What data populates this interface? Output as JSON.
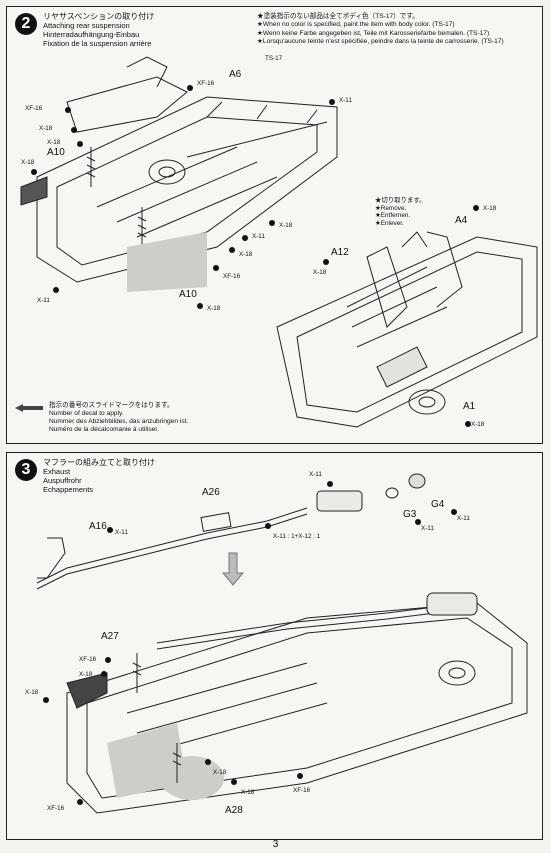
{
  "step2": {
    "number": "2",
    "title_jp": "リヤサスペンションの取り付け",
    "title_en": "Attaching rear suspension",
    "title_de": "Hinterradaufhängung-Einbau",
    "title_fr": "Fixation de la suspension arrière",
    "notes": [
      "★塗装指示のない部品は全てボディ色（TS-17）です。",
      "★When no color is specified, paint the item with body color. (TS-17)",
      "★Wenn keine Farbe angegeben ist, Teile mit Karosseriefarbe bemalen. (TS-17)",
      "★Lorsqu'aucune teinte n'est spécifiée, peindre dans la teinte de carrosserie. (TS-17)"
    ],
    "cut_note": [
      "★切り取ります。",
      "★Remove.",
      "★Entfernen.",
      "★Enlever."
    ],
    "decal_note": [
      "指示の番号のスライドマークをはります。",
      "Number of decal to apply.",
      "Nummer des Abziehbildes, das anzubringen ist.",
      "Numéro de la décalcomanie à utiliser."
    ],
    "labels": {
      "a6": "A6",
      "ts17": "TS-17",
      "xf16_top": "XF-16",
      "xf16_left": "XF-16",
      "x18_a": "X-18",
      "x18_b": "X-18",
      "a10_top": "A10",
      "x18_c": "X-18",
      "x11_right": "X-11",
      "x11_mid": "X-11",
      "x18_mid": "X-18",
      "x18_mid2": "X-18",
      "xf16_bottom": "XF-16",
      "a10_bottom": "A10",
      "x18_bottom": "X-18",
      "x11_left": "X-11",
      "a4": "A4",
      "x18_a4": "X-18",
      "a12": "A12",
      "x18_a12": "X-18",
      "a1": "A1",
      "x18_a1": "X-18"
    }
  },
  "step3": {
    "number": "3",
    "title_jp": "マフラーの組み立てと取り付け",
    "title_en": "Exhaust",
    "title_de": "Auspuffrohr",
    "title_fr": "Echappements",
    "labels": {
      "a26": "A26",
      "x11_top": "X-11",
      "a16": "A16",
      "x11_a16": "X-11",
      "mix": "X-11 : 1+X-12 : 1",
      "g3": "G3",
      "x11_g3": "X-11",
      "g4": "G4",
      "x11_g4": "X-11",
      "a27": "A27",
      "xf16_a": "XF-16",
      "x18_a": "X-18",
      "x18_b": "X-18",
      "x18_c": "X-18",
      "xf16_b": "XF-16",
      "x18_d": "X-18",
      "xf16_c": "XF-16",
      "a28": "A28"
    }
  },
  "page_number": "3"
}
